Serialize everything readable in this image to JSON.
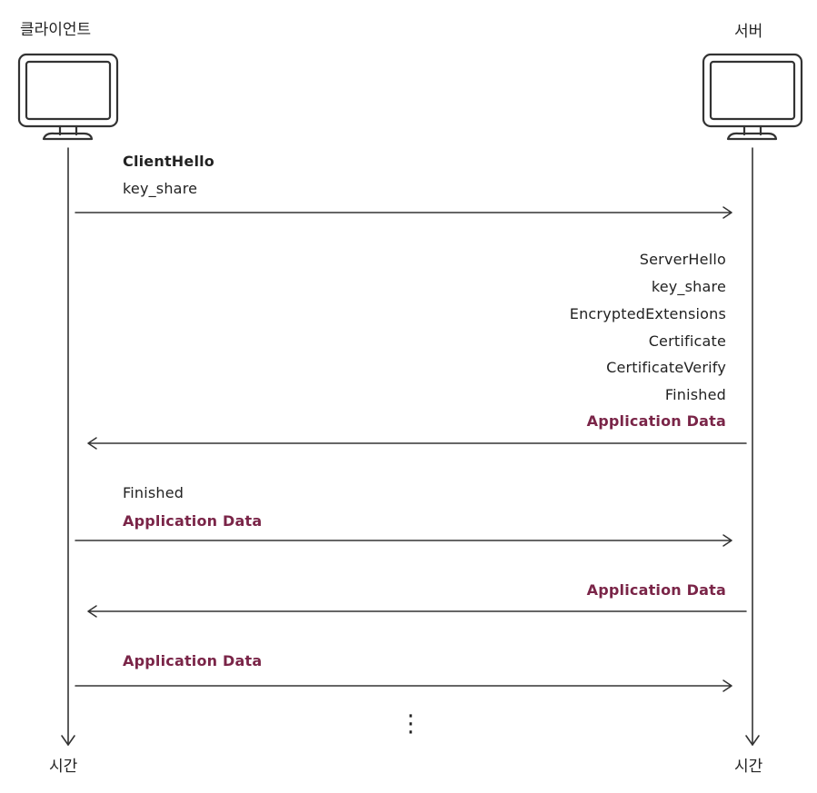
{
  "parties": {
    "client": "클라이언트",
    "server": "서버"
  },
  "time_label": "시간",
  "messages": [
    {
      "direction": "client-to-server",
      "lines": [
        {
          "text": "ClientHello",
          "style": "bold"
        },
        {
          "text": "key_share",
          "style": "normal"
        }
      ]
    },
    {
      "direction": "server-to-client",
      "lines": [
        {
          "text": "ServerHello",
          "style": "normal"
        },
        {
          "text": "key_share",
          "style": "normal"
        },
        {
          "text": "EncryptedExtensions",
          "style": "normal"
        },
        {
          "text": "Certificate",
          "style": "normal"
        },
        {
          "text": "CertificateVerify",
          "style": "normal"
        },
        {
          "text": "Finished",
          "style": "normal"
        },
        {
          "text": "Application Data",
          "style": "accent"
        }
      ]
    },
    {
      "direction": "client-to-server",
      "lines": [
        {
          "text": "Finished",
          "style": "normal"
        },
        {
          "text": "Application Data",
          "style": "accent"
        }
      ]
    },
    {
      "direction": "server-to-client",
      "lines": [
        {
          "text": "Application Data",
          "style": "accent"
        }
      ]
    },
    {
      "direction": "client-to-server",
      "lines": [
        {
          "text": "Application Data",
          "style": "accent"
        }
      ]
    }
  ],
  "continuation": "⋮",
  "colors": {
    "accent": "#7a2548",
    "line": "#333333"
  }
}
